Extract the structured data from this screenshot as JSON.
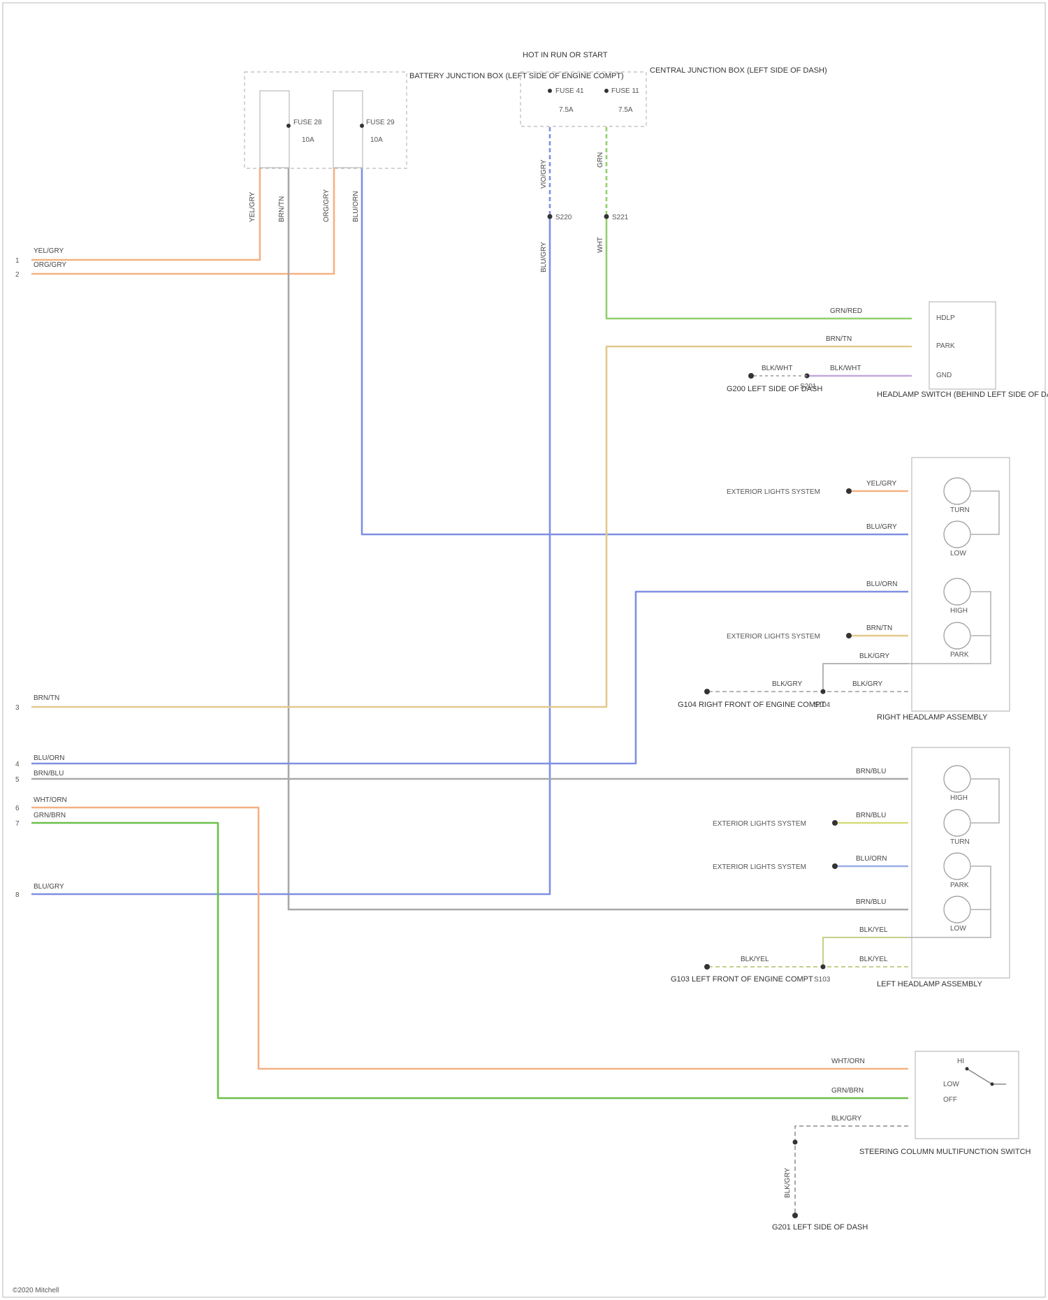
{
  "footer": {
    "credit": "©2020 Mitchell"
  },
  "colors": {
    "org": "#f4b183",
    "tan": "#e2c98a",
    "blue": "#7f8fe3",
    "lblue": "#99aee8",
    "grn": "#92d06e",
    "gry": "#a8a8a8",
    "vio": "#c3a8de",
    "dgrn": "#6cc04a"
  },
  "left_pins": [
    {
      "num": "1",
      "label": "YEL/GRY"
    },
    {
      "num": "2",
      "label": "ORG/GRY"
    },
    {
      "num": "3",
      "label": "BRN/TN"
    },
    {
      "num": "4",
      "label": "BLU/ORN"
    },
    {
      "num": "5",
      "label": "BRN/BLU"
    },
    {
      "num": "6",
      "label": "WHT/ORN"
    },
    {
      "num": "7",
      "label": "GRN/BRN"
    },
    {
      "num": "8",
      "label": "BLU/GRY"
    }
  ],
  "components": {
    "bjb": {
      "name": "BATTERY JUNCTION BOX (LEFT SIDE OF ENGINE COMPT)",
      "f1": "FUSE 28",
      "f1a": "10A",
      "f2": "FUSE 29",
      "f2a": "10A"
    },
    "cjb": {
      "title": "HOT IN RUN OR START",
      "name": "CENTRAL JUNCTION BOX (LEFT SIDE OF DASH)",
      "f1": "FUSE 41",
      "f1a": "7.5A",
      "f2": "FUSE 11",
      "f2a": "7.5A"
    },
    "hl_switch": {
      "name": "HEADLAMP SWITCH (BEHIND LEFT SIDE OF DASH)",
      "p1": "HDLP",
      "p2": "PARK",
      "p3": "GND"
    },
    "rh_head": {
      "name": "RIGHT HEADLAMP ASSEMBLY",
      "l1": "TURN",
      "l2": "LOW",
      "l3": "HIGH",
      "l4": "PARK"
    },
    "lh_head": {
      "name": "LEFT HEADLAMP ASSEMBLY",
      "l1": "HIGH",
      "l2": "TURN",
      "l3": "PARK",
      "l4": "LOW"
    },
    "mfs": {
      "name": "STEERING COLUMN MULTIFUNCTION SWITCH",
      "p1": "HI",
      "p2": "LOW",
      "p3": "OFF"
    }
  },
  "grounds": [
    {
      "id": "G103",
      "label": "G103 LEFT FRONT OF ENGINE COMPT"
    },
    {
      "id": "G104",
      "label": "G104 RIGHT FRONT OF ENGINE COMPT"
    },
    {
      "id": "G200",
      "label": "G200 LEFT SIDE OF DASH"
    },
    {
      "id": "G201",
      "label": "G201 LEFT SIDE OF DASH"
    }
  ],
  "splices": [
    "S220",
    "S221",
    "S104",
    "S103",
    "S201"
  ],
  "wire_labels": {
    "w1": "YEL/GRY",
    "w2": "BRN/TN",
    "w3": "ORG/GRY",
    "w4": "BLU/ORN",
    "w5": "VIO/GRY",
    "w6": "GRN",
    "w7": "BLU/GRY",
    "w8": "WHT",
    "w9": "GRN/RED",
    "w10": "BRN/TN",
    "w11": "BLK/WHT",
    "w12": "BLK/WHT",
    "w13": "BLU/GRY",
    "w14": "YEL/GRY",
    "w15": "BLU/ORN",
    "w16": "BRN/TN",
    "w17": "BLK/GRY",
    "w18": "BLK/GRY",
    "w19": "BLK/GRY",
    "w20": "BRN/BLU",
    "w21": "BRN/BLU",
    "w22": "BLU/ORN",
    "w23": "BRN/BLU",
    "w24": "BLK/YEL",
    "w25": "BLK/YEL",
    "w26": "BLK/YEL",
    "w27": "WHT/ORN",
    "w28": "GRN/BRN",
    "w29": "BLK/GRY",
    "w30": "BLK/GRY",
    "w31": "EXTERIOR LIGHTS SYSTEM",
    "w32": "EXTERIOR LIGHTS SYSTEM",
    "w33": "EXTERIOR LIGHTS SYSTEM",
    "w34": "EXTERIOR LIGHTS SYSTEM"
  }
}
